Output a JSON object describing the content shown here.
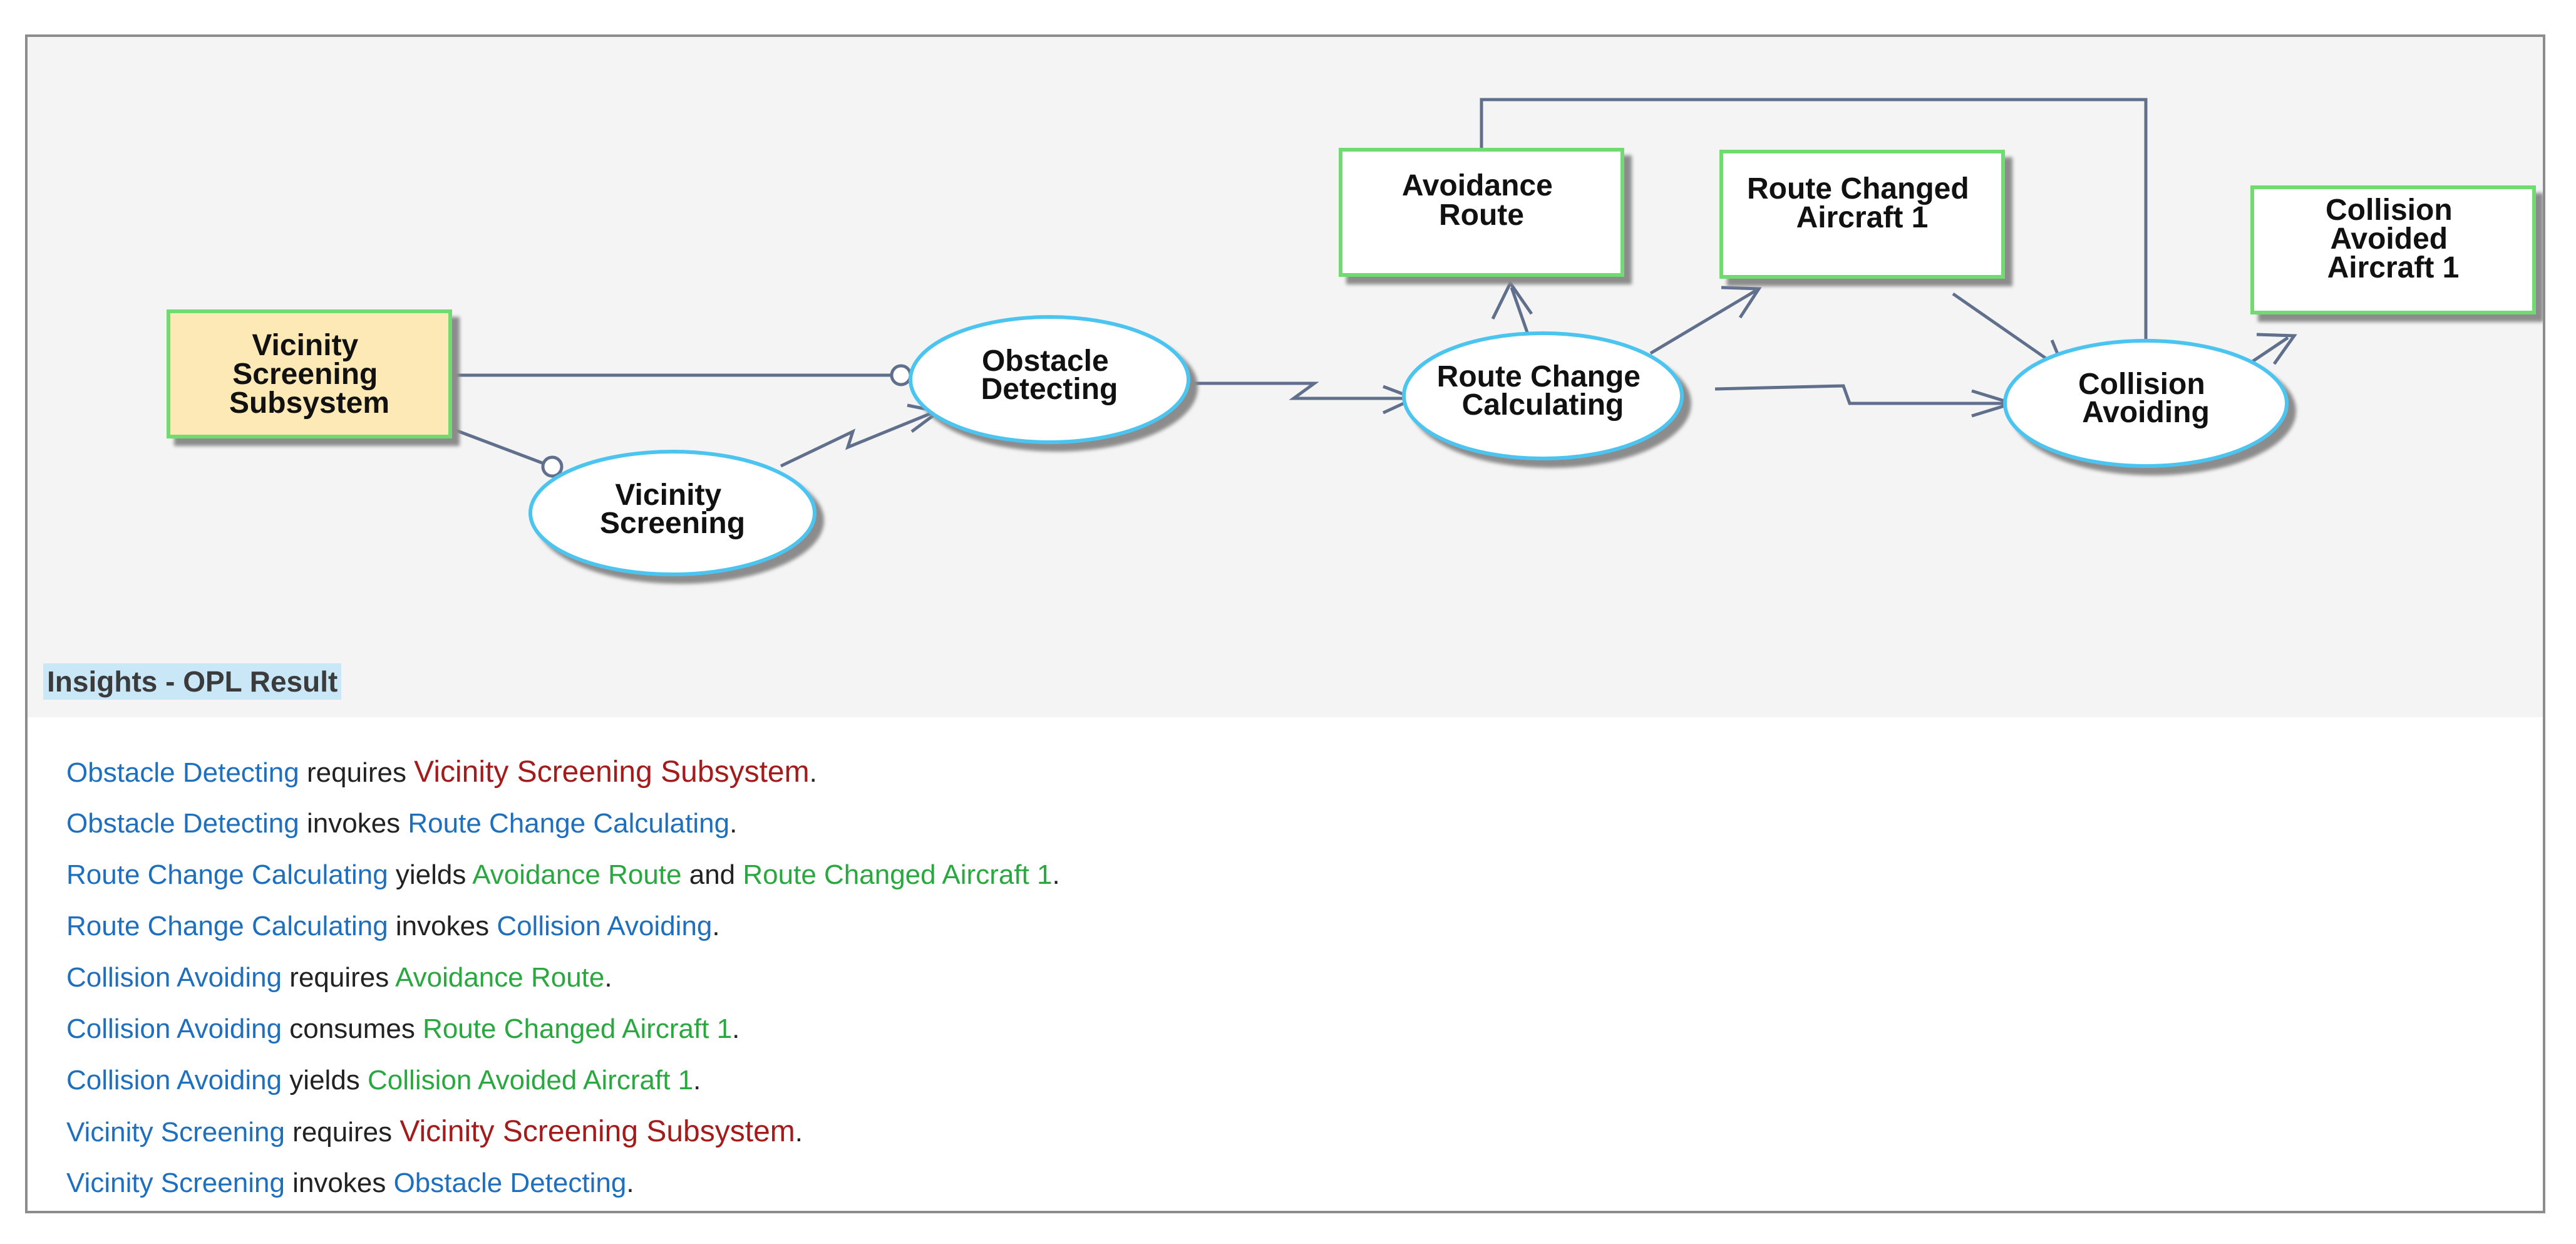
{
  "diagram": {
    "objects": [
      {
        "id": "vicinity-screening-subsystem",
        "lines": [
          "Vicinity",
          "Screening",
          "Subsystem"
        ],
        "fill": "#fde9b5"
      },
      {
        "id": "avoidance-route",
        "lines": [
          "Avoidance",
          "Route"
        ],
        "fill": "#ffffff"
      },
      {
        "id": "route-changed-aircraft-1",
        "lines": [
          "Route Changed",
          "Aircraft 1"
        ],
        "fill": "#ffffff"
      },
      {
        "id": "collision-avoided-aircraft-1",
        "lines": [
          "Collision",
          "Avoided",
          "Aircraft 1"
        ],
        "fill": "#ffffff"
      }
    ],
    "processes": [
      {
        "id": "obstacle-detecting",
        "lines": [
          "Obstacle",
          "Detecting"
        ]
      },
      {
        "id": "vicinity-screening",
        "lines": [
          "Vicinity",
          "Screening"
        ]
      },
      {
        "id": "route-change-calculating",
        "lines": [
          "Route Change",
          "Calculating"
        ]
      },
      {
        "id": "collision-avoiding",
        "lines": [
          "Collision",
          "Avoiding"
        ]
      }
    ],
    "colors": {
      "object_border": "#6fdc6f",
      "process_border": "#4cc4f0",
      "link": "#5f6f8c",
      "shadow": "#8c8c8c",
      "canvas_bg": "#f4f4f4"
    }
  },
  "insights": {
    "title": "Insights - OPL Result",
    "sentences": [
      [
        {
          "t": "Obstacle Detecting",
          "c": "p"
        },
        {
          "t": " requires ",
          "c": "k"
        },
        {
          "t": "Vicinity Screening Subsystem",
          "c": "s"
        },
        {
          "t": ".",
          "c": "k"
        }
      ],
      [
        {
          "t": "Obstacle Detecting",
          "c": "p"
        },
        {
          "t": " invokes ",
          "c": "k"
        },
        {
          "t": "Route Change Calculating",
          "c": "p"
        },
        {
          "t": ".",
          "c": "k"
        }
      ],
      [
        {
          "t": "Route Change Calculating",
          "c": "p"
        },
        {
          "t": " yields ",
          "c": "k"
        },
        {
          "t": "Avoidance Route",
          "c": "o"
        },
        {
          "t": " and ",
          "c": "k"
        },
        {
          "t": "Route Changed Aircraft 1",
          "c": "o"
        },
        {
          "t": ".",
          "c": "k"
        }
      ],
      [
        {
          "t": "Route Change Calculating",
          "c": "p"
        },
        {
          "t": " invokes ",
          "c": "k"
        },
        {
          "t": "Collision Avoiding",
          "c": "p"
        },
        {
          "t": ".",
          "c": "k"
        }
      ],
      [
        {
          "t": "Collision Avoiding",
          "c": "p"
        },
        {
          "t": " requires ",
          "c": "k"
        },
        {
          "t": "Avoidance Route",
          "c": "o"
        },
        {
          "t": ".",
          "c": "k"
        }
      ],
      [
        {
          "t": "Collision Avoiding",
          "c": "p"
        },
        {
          "t": " consumes ",
          "c": "k"
        },
        {
          "t": "Route Changed Aircraft 1",
          "c": "o"
        },
        {
          "t": ".",
          "c": "k"
        }
      ],
      [
        {
          "t": "Collision Avoiding",
          "c": "p"
        },
        {
          "t": " yields ",
          "c": "k"
        },
        {
          "t": "Collision Avoided Aircraft 1",
          "c": "o"
        },
        {
          "t": ".",
          "c": "k"
        }
      ],
      [
        {
          "t": "Vicinity Screening",
          "c": "p"
        },
        {
          "t": " requires ",
          "c": "k"
        },
        {
          "t": "Vicinity Screening Subsystem",
          "c": "s"
        },
        {
          "t": ".",
          "c": "k"
        }
      ],
      [
        {
          "t": "Vicinity Screening",
          "c": "p"
        },
        {
          "t": " invokes ",
          "c": "k"
        },
        {
          "t": "Obstacle Detecting",
          "c": "p"
        },
        {
          "t": ".",
          "c": "k"
        }
      ]
    ]
  }
}
